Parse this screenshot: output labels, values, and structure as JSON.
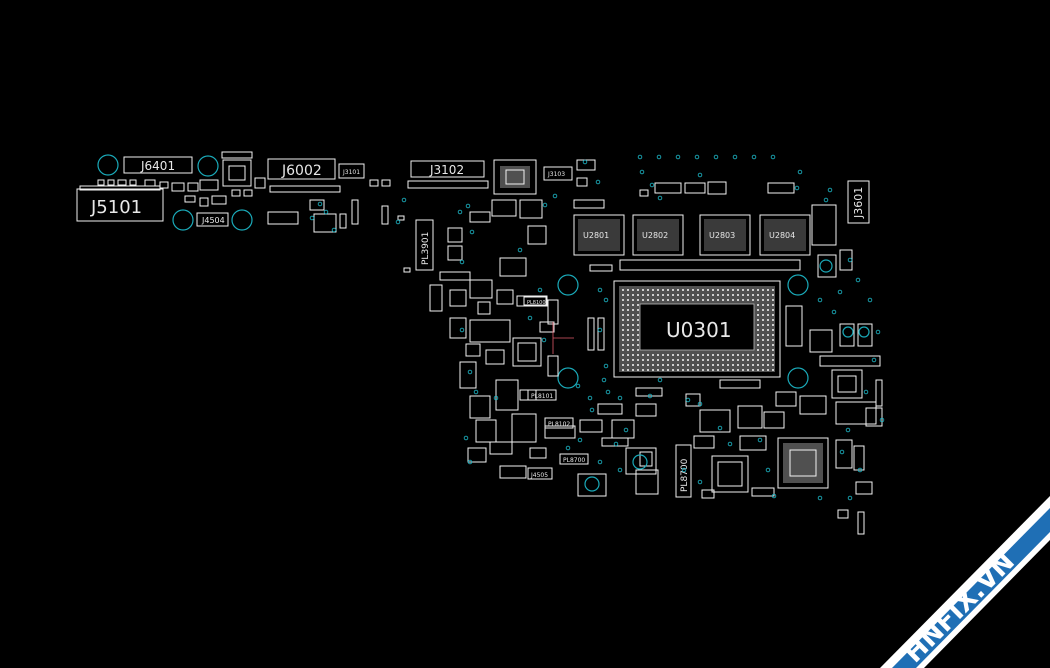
{
  "labels": {
    "J5101": "J5101",
    "J6401": "J6401",
    "J6002": "J6002",
    "J3102": "J3102",
    "J3103": "J3103",
    "J3101": "J3101",
    "J3601": "J3601",
    "J4504": "J4504",
    "U0301": "U0301",
    "PL3901": "PL3901",
    "PL8700": "PL8700",
    "PL8100": "PL8100",
    "PL8101": "PL8101",
    "PL8102": "PL8102",
    "PL8700b": "PL8700",
    "J4505": "J4505",
    "U2801": "U2801",
    "U2802": "U2802",
    "U2803": "U2803",
    "U2804": "U2804"
  },
  "watermark": {
    "text": "HNFIX.VN",
    "colors": {
      "band": "#1f6fb5",
      "band_edge": "#ffffff",
      "text": "#ffffff"
    }
  },
  "colors": {
    "background": "#000000",
    "outline": "#f0f0f0",
    "via": "#1aa9b8"
  }
}
